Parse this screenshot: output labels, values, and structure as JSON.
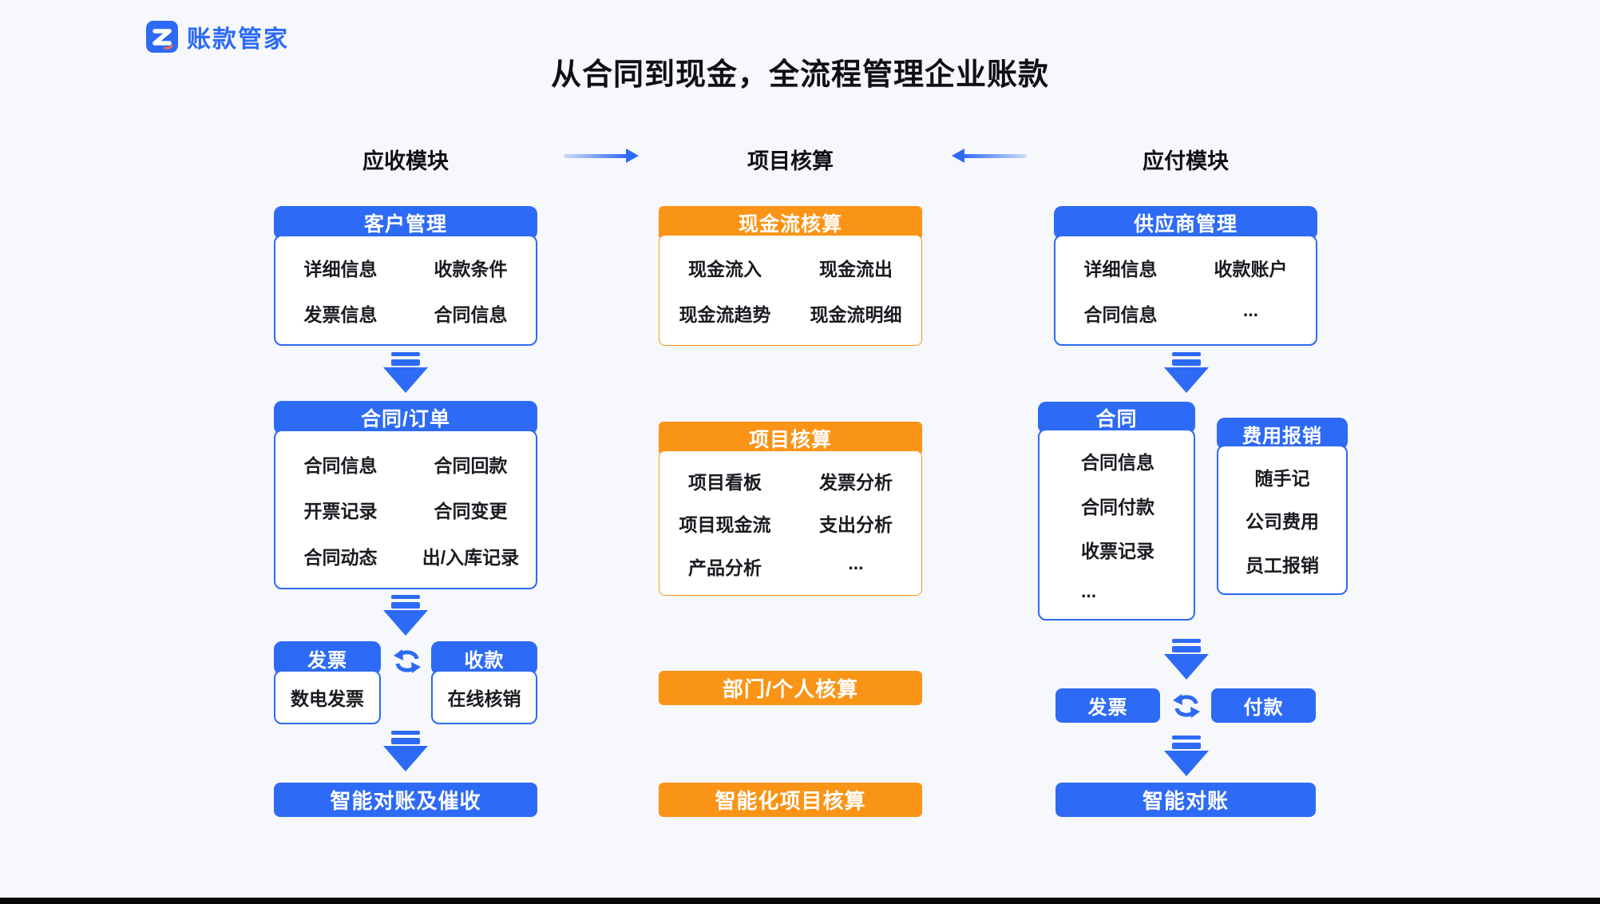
{
  "logo": {
    "text": "账款管家"
  },
  "title": "从合同到现金，全流程管理企业账款",
  "colors": {
    "blue": "#2D6AF5",
    "orange": "#FA9417",
    "background": "#F7F8FC"
  },
  "columns": {
    "receivable": {
      "label": "应收模块",
      "boxes": [
        {
          "title": "客户管理",
          "items": [
            [
              "详细信息",
              "收款条件"
            ],
            [
              "发票信息",
              "合同信息"
            ]
          ]
        },
        {
          "title": "合同/订单",
          "items": [
            [
              "合同信息",
              "合同回款"
            ],
            [
              "开票记录",
              "合同变更"
            ],
            [
              "合同动态",
              "出/入库记录"
            ]
          ]
        }
      ],
      "pair": [
        {
          "title": "发票",
          "body": "数电发票"
        },
        {
          "title": "收款",
          "body": "在线核销"
        }
      ],
      "footer": "智能对账及催收"
    },
    "project": {
      "label": "项目核算",
      "boxes": [
        {
          "title": "现金流核算",
          "items": [
            [
              "现金流入",
              "现金流出"
            ],
            [
              "现金流趋势",
              "现金流明细"
            ]
          ]
        },
        {
          "title": "项目核算",
          "items": [
            [
              "项目看板",
              "发票分析"
            ],
            [
              "项目现金流",
              "支出分析"
            ],
            [
              "产品分析",
              "..."
            ]
          ]
        }
      ],
      "bars": [
        "部门/个人核算",
        "智能化项目核算"
      ]
    },
    "payable": {
      "label": "应付模块",
      "boxes": [
        {
          "title": "供应商管理",
          "items": [
            [
              "详细信息",
              "收款账户"
            ],
            [
              "合同信息",
              "..."
            ]
          ]
        }
      ],
      "contract_box": {
        "title": "合同",
        "items": [
          "合同信息",
          "合同付款",
          "收票记录",
          "..."
        ]
      },
      "expense_box": {
        "title": "费用报销",
        "items": [
          "随手记",
          "公司费用",
          "员工报销"
        ]
      },
      "pair": [
        {
          "title": "发票"
        },
        {
          "title": "付款"
        }
      ],
      "footer": "智能对账"
    }
  }
}
